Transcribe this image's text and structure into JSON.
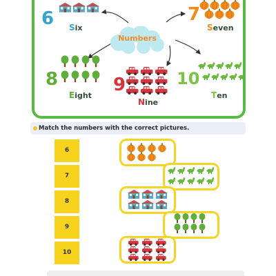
{
  "panel": {
    "center_label": "Numbers",
    "groups": [
      {
        "numeral": "6",
        "word_first": "S",
        "word_rest": "ix",
        "picture": "house-icon",
        "numeral_color": "#3aa3c9",
        "first_color": "#3aa3c9"
      },
      {
        "numeral": "7",
        "word_first": "S",
        "word_rest": "even",
        "picture": "pumpkin-icon",
        "numeral_color": "#f08c1e",
        "first_color": "#f08c1e"
      },
      {
        "numeral": "8",
        "word_first": "E",
        "word_rest": "ight",
        "picture": "tree-icon",
        "numeral_color": "#5fae3b",
        "first_color": "#5fae3b"
      },
      {
        "numeral": "9",
        "word_first": "N",
        "word_rest": "ine",
        "picture": "car-icon",
        "numeral_color": "#d7333a",
        "first_color": "#d7333a"
      },
      {
        "numeral": "10",
        "word_first": "T",
        "word_rest": "en",
        "picture": "dinosaur-icon",
        "numeral_color": "#7cc243",
        "first_color": "#7cc243"
      }
    ]
  },
  "instruction": "Match the numbers with the correct pictures.",
  "numbers": [
    "6",
    "7",
    "8",
    "9",
    "10"
  ],
  "cards": [
    "pumpkin-icon",
    "dinosaur-icon",
    "house-icon",
    "tree-icon",
    "car-icon"
  ],
  "colors": {
    "panel_border": "#58b947",
    "number_box": "#f7d31e",
    "card_border": "#f5d423",
    "cloud": "#bfe9f0",
    "instruction_bg": "#e9eef7"
  }
}
